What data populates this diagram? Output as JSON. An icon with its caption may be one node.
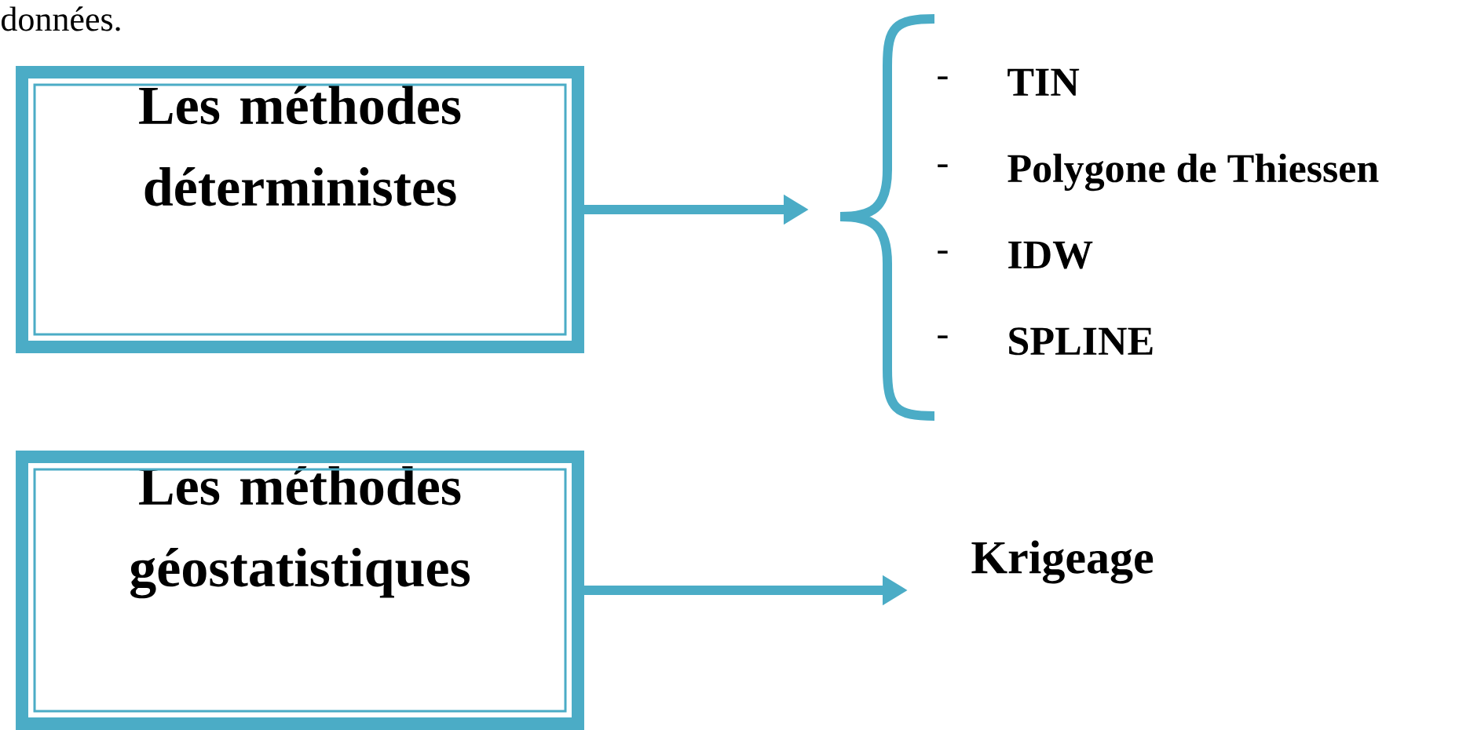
{
  "diagram": {
    "nodes": [
      {
        "text": [
          "Les méthodes déterministes"
        ]
      },
      {
        "text": [
          "TIN",
          "Polygone de Thiessen",
          "IDW",
          "SPLINE"
        ]
      },
      {
        "text": [
          "Les méthodes géostatistiques"
        ]
      },
      {
        "text": [
          "Krigeage"
        ]
      }
    ],
    "edges": [
      {
        "from": 0,
        "to": 1,
        "arrow": "to"
      },
      {
        "from": 2,
        "to": 3,
        "arrow": "to"
      }
    ],
    "labels": [
      "données.",
      "-",
      "-",
      "-",
      "-"
    ]
  }
}
